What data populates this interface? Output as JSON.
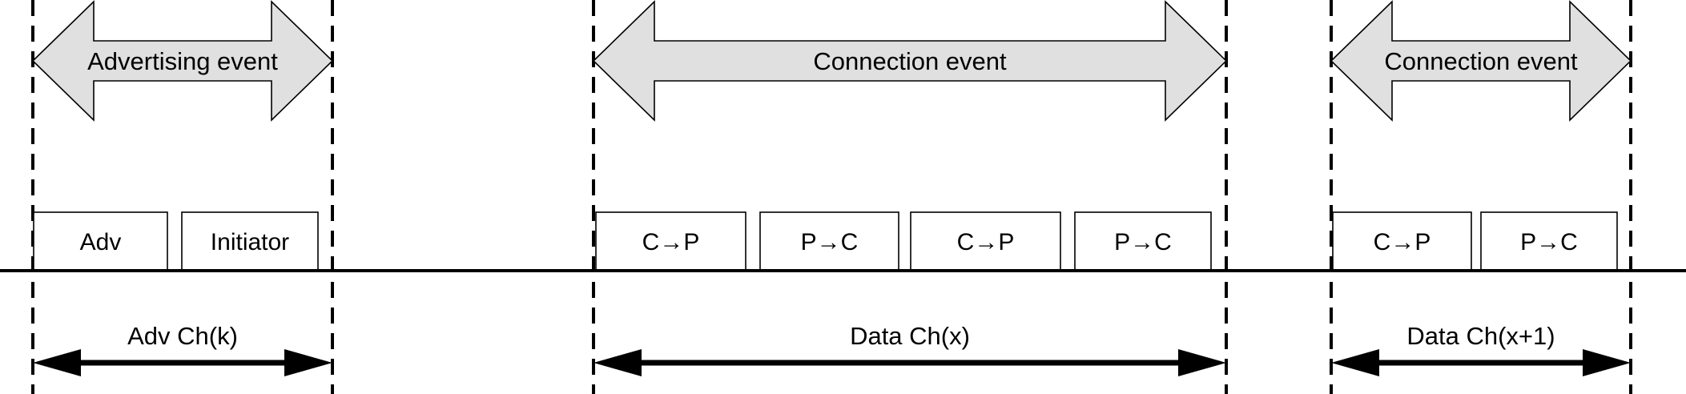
{
  "colors": {
    "event_arrow_fill": "#e0e0e0",
    "line": "#000000",
    "slot_fill": "#ffffff"
  },
  "segments": [
    {
      "event_label": "Advertising event",
      "channel_label": "Adv Ch(k)",
      "slots": [
        "Adv",
        "Initiator"
      ]
    },
    {
      "event_label": "Connection event",
      "channel_label": "Data Ch(x)",
      "slots": [
        "C→P",
        "P→C",
        "C→P",
        "P→C"
      ]
    },
    {
      "event_label": "Connection event",
      "channel_label": "Data Ch(x+1)",
      "slots": [
        "C→P",
        "P→C"
      ]
    }
  ]
}
